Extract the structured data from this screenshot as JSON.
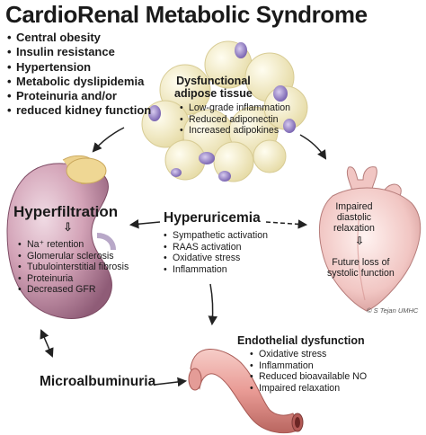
{
  "title": "CardioRenal Metabolic Syndrome",
  "criteria": [
    "Central obesity",
    "Insulin resistance",
    "Hypertension",
    "Metabolic dyslipidemia",
    "Proteinuria and/or",
    "reduced kidney function"
  ],
  "adipose": {
    "title_line1": "Dysfunctional",
    "title_line2": "adipose tissue",
    "items": [
      "Low-grade inflammation",
      "Reduced adiponectin",
      "Increased adipokines"
    ]
  },
  "kidney": {
    "title": "Hyperfiltration",
    "arrow": "⇩",
    "items": [
      "Na⁺ retention",
      "Glomerular sclerosis",
      "Tubulointerstitial fibrosis",
      "Proteinuria",
      "Decreased GFR"
    ]
  },
  "uric": {
    "title": "Hyperuricemia",
    "items": [
      "Sympathetic activation",
      "RAAS activation",
      "Oxidative stress",
      "Inflammation"
    ]
  },
  "heart": {
    "top_line1": "Impaired",
    "top_line2": "diastolic",
    "top_line3": "relaxation",
    "arrow": "⇩",
    "bottom_line1": "Future loss of",
    "bottom_line2": "systolic function"
  },
  "endothelial": {
    "title": "Endothelial dysfunction",
    "items": [
      "Oxidative stress",
      "Inflammation",
      "Reduced bioavailable NO",
      "Impaired relaxation"
    ]
  },
  "microalbuminuria": "Microalbuminuria",
  "signature": "© S Tejan UMHC",
  "colors": {
    "kidney_fill": "#c98fa6",
    "adipose_fill": "#f3ecc6",
    "adipose_nucleus": "#9b86c9",
    "heart_fill": "#efbfbe",
    "vessel_fill": "#eba9a4"
  }
}
